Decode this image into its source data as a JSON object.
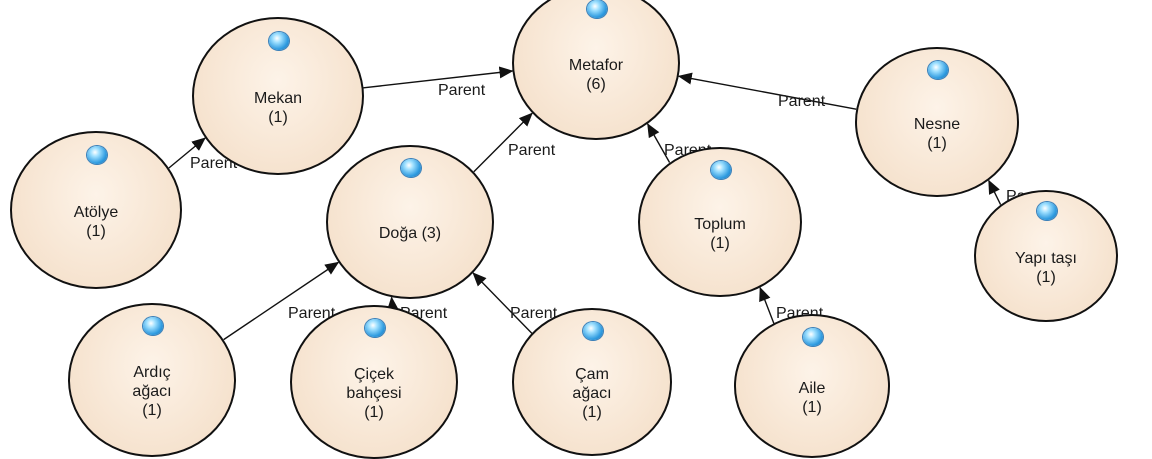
{
  "nodes": [
    {
      "id": "metafor",
      "label": "Metafor\n(6)"
    },
    {
      "id": "mekan",
      "label": "Mekan\n(1)"
    },
    {
      "id": "nesne",
      "label": "Nesne\n(1)"
    },
    {
      "id": "atolye",
      "label": "Atölye\n(1)"
    },
    {
      "id": "doga",
      "label": "Doğa (3)"
    },
    {
      "id": "toplum",
      "label": "Toplum\n(1)"
    },
    {
      "id": "yapi-tasi",
      "label": "Yapı taşı\n(1)"
    },
    {
      "id": "ardic",
      "label": "Ardıç\nağacı\n(1)"
    },
    {
      "id": "cicek",
      "label": "Çiçek\nbahçesi\n(1)"
    },
    {
      "id": "cam",
      "label": "Çam\nağacı\n(1)"
    },
    {
      "id": "aile",
      "label": "Aile\n(1)"
    }
  ],
  "edges": [
    {
      "from": "mekan",
      "to": "metafor",
      "label": "Parent"
    },
    {
      "from": "atolye",
      "to": "mekan",
      "label": "Parent"
    },
    {
      "from": "doga",
      "to": "metafor",
      "label": "Parent"
    },
    {
      "from": "toplum",
      "to": "metafor",
      "label": "Parent"
    },
    {
      "from": "nesne",
      "to": "metafor",
      "label": "Parent"
    },
    {
      "from": "yapi-tasi",
      "to": "nesne",
      "label": "Parent"
    },
    {
      "from": "ardic",
      "to": "doga",
      "label": "Parent"
    },
    {
      "from": "cicek",
      "to": "doga",
      "label": "Parent"
    },
    {
      "from": "cam",
      "to": "doga",
      "label": "Parent"
    },
    {
      "from": "aile",
      "to": "toplum",
      "label": "Parent"
    }
  ],
  "colors": {
    "node_fill": "#f6e3cf",
    "node_border": "#111111",
    "orb": "#2f9be0",
    "edge": "#111111"
  }
}
